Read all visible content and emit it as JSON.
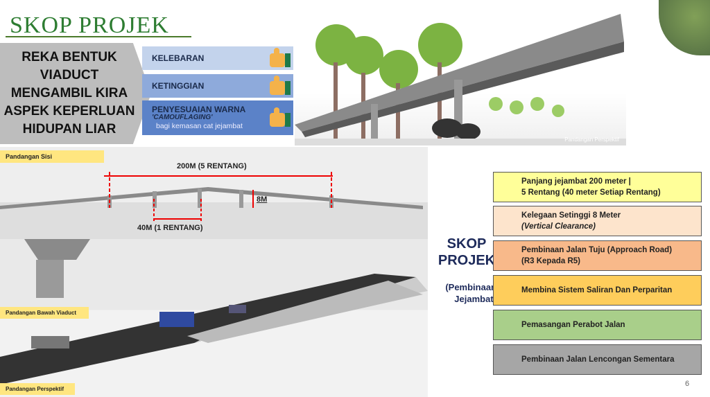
{
  "title": "SKOP PROJEK",
  "design_panel": {
    "heading": "REKA BENTUK VIADUCT MENGAMBIL KIRA ASPEK KEPERLUAN HIDUPAN LIAR",
    "items": [
      {
        "label": "KELEBARAN"
      },
      {
        "label": "KETINGGIAN"
      },
      {
        "label": "PENYESUAIAN WARNA",
        "sub": "'CAMOUFLAGING'",
        "note": "bagi kemasan cat jejambat"
      }
    ]
  },
  "perspective_caption": "Pandangan Perspektif",
  "side_view": {
    "label": "Pandangan Sisi",
    "total_span": "200M (5 RENTANG)",
    "single_span": "40M (1 RENTANG)",
    "height": "8M"
  },
  "under_view_label": "Pandangan Bawah Viaduct",
  "perspective_label": "Pandangan Perspektif",
  "scope": {
    "heading": "SKOP PROJEK",
    "sub": "(Pembinaan Jejambat)",
    "items": [
      {
        "line1": "Panjang jejambat 200 meter  |",
        "line2": "5 Rentang (40 meter Setiap Rentang)",
        "color": "#ffff99"
      },
      {
        "line1": "Kelegaan Setinggi 8 Meter",
        "line2": "(Vertical Clearance)",
        "color": "#fde4cc"
      },
      {
        "line1": "Pembinaan Jalan Tuju (Approach Road)",
        "line2": "(R3 Kepada R5)",
        "color": "#f8b98a"
      },
      {
        "line1": "Membina Sistem Saliran Dan Perparitan",
        "color": "#fecd5b"
      },
      {
        "line1": "Pemasangan Perabot Jalan",
        "color": "#a9cf8a"
      },
      {
        "line1": "Pembinaan Jalan Lencongan Sementara",
        "color": "#a6a6a6"
      }
    ]
  },
  "page_number": "6"
}
